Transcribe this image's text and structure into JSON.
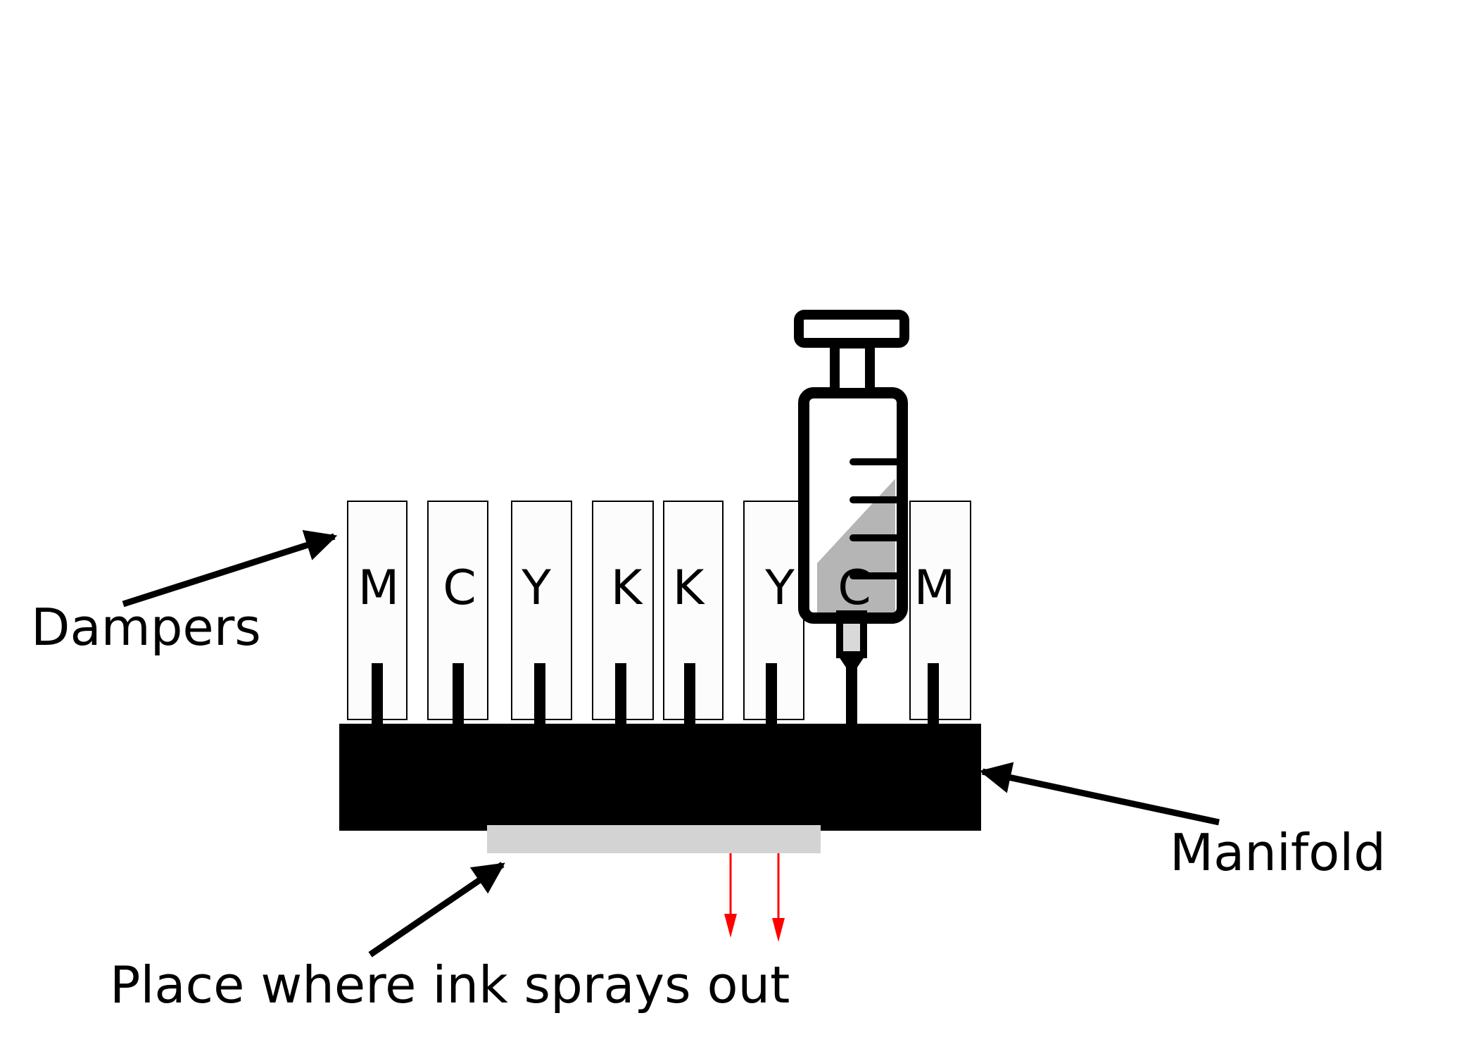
{
  "dampers": [
    {
      "letter": "M"
    },
    {
      "letter": "C"
    },
    {
      "letter": "Y"
    },
    {
      "letter": "K"
    },
    {
      "letter": "K"
    },
    {
      "letter": "Y"
    },
    {
      "letter": "C"
    },
    {
      "letter": "M"
    }
  ],
  "labels": {
    "dampers": "Dampers",
    "manifold": "Manifold",
    "spray": "Place where ink sprays out"
  },
  "colors": {
    "manifold": "#000000",
    "nozzle_plate": "#d3d3d3",
    "spray_arrows": "#ff0000",
    "damper_fill": "#fdfcfd",
    "syringe_ink": "#b5b5b5"
  },
  "icons": {
    "syringe": "syringe-icon"
  }
}
